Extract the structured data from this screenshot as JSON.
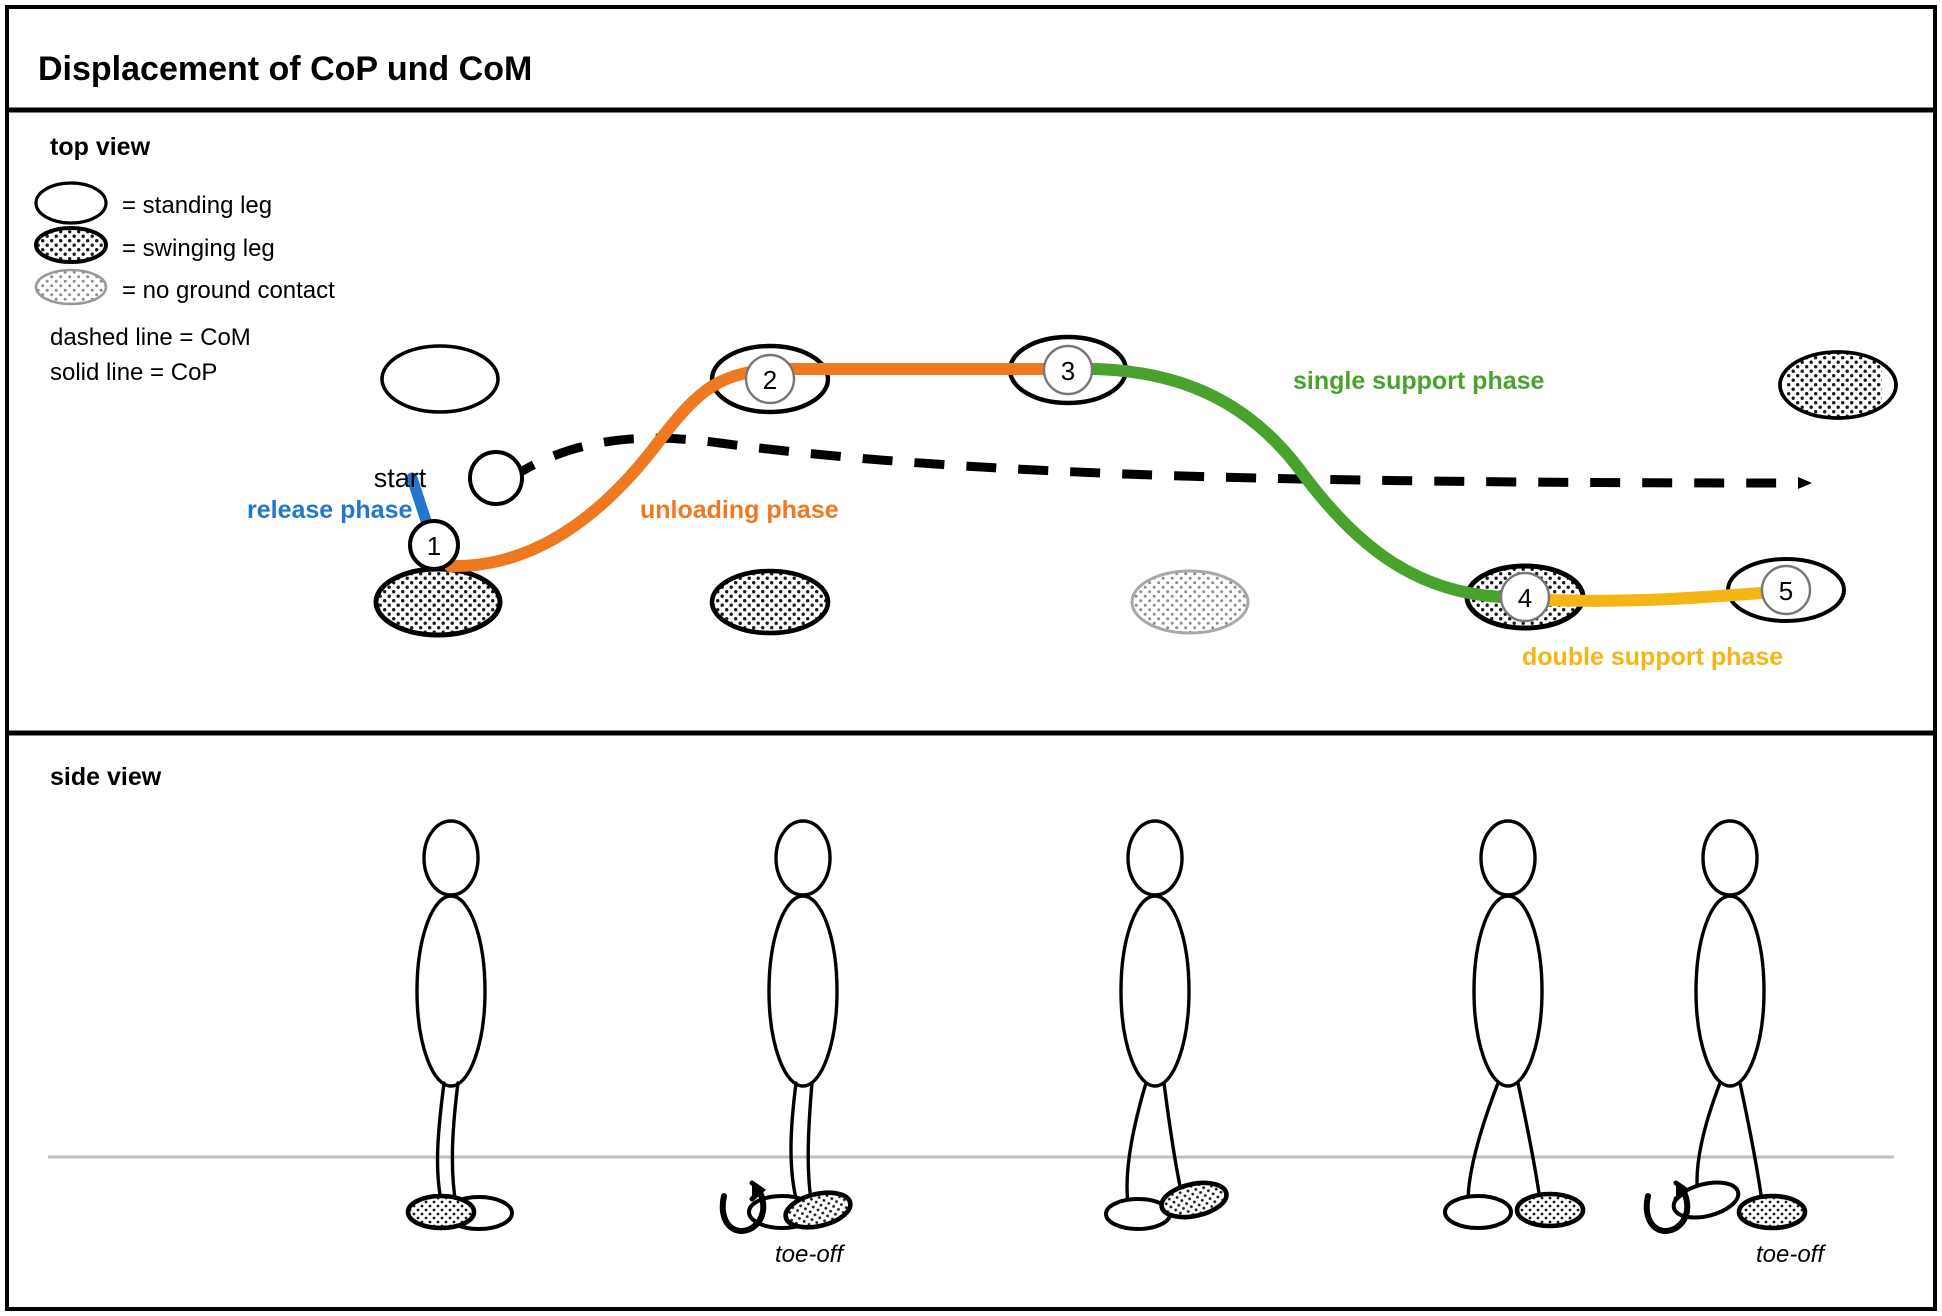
{
  "title": "Displacement of CoP und CoM",
  "panels": {
    "top": {
      "label": "top view",
      "legend": {
        "items": [
          {
            "symbol": "ellipse-outline",
            "text": "= standing leg"
          },
          {
            "symbol": "ellipse-dotted-dark",
            "text": "= swinging leg"
          },
          {
            "symbol": "ellipse-dotted-light",
            "text": "= no ground contact"
          }
        ],
        "lines": [
          "dashed line = CoM",
          "solid line = CoP"
        ]
      },
      "start_label": "start",
      "markers": [
        "1",
        "2",
        "3",
        "4",
        "5"
      ],
      "phases": [
        {
          "name": "release phase",
          "color": "#2277cc"
        },
        {
          "name": "unloading phase",
          "color": "#f07820"
        },
        {
          "name": "single support phase",
          "color": "#4aa22e"
        },
        {
          "name": "double support phase",
          "color": "#f5b615"
        }
      ]
    },
    "side": {
      "label": "side view",
      "annotations": [
        "toe-off",
        "toe-off"
      ],
      "figure_count": 5
    }
  },
  "colors": {
    "release": "#2277cc",
    "unloading": "#f07820",
    "single_support": "#4aa22e",
    "double_support": "#f5b615",
    "com_line": "#000000",
    "ink": "#000000",
    "light_ink": "#9a9a9a",
    "ground": "#bfbfbf",
    "border": "#000000"
  },
  "chart_data": {
    "type": "line",
    "title": "Displacement of CoP und CoM",
    "xlabel": "",
    "ylabel": "",
    "description": "Top view trajectory of centre of pressure (CoP, solid coloured line) and centre of mass (CoM, dashed black line) during gait initiation, with five CoP event markers.",
    "series": [
      {
        "name": "release phase",
        "color": "#2277cc",
        "style": "solid",
        "points": [
          [
            412,
            478
          ],
          [
            434,
            542
          ]
        ]
      },
      {
        "name": "unloading phase",
        "color": "#f07820",
        "style": "solid",
        "points": [
          [
            448,
            565
          ],
          [
            540,
            560
          ],
          [
            660,
            420
          ],
          [
            730,
            376
          ],
          [
            1070,
            370
          ]
        ]
      },
      {
        "name": "single support phase",
        "color": "#4aa22e",
        "style": "solid",
        "points": [
          [
            1090,
            368
          ],
          [
            1240,
            385
          ],
          [
            1380,
            520
          ],
          [
            1490,
            595
          ]
        ]
      },
      {
        "name": "double support phase",
        "color": "#f5b615",
        "style": "solid",
        "points": [
          [
            1530,
            597
          ],
          [
            1780,
            592
          ]
        ]
      },
      {
        "name": "CoM",
        "color": "#000000",
        "style": "dashed",
        "points": [
          [
            510,
            478
          ],
          [
            640,
            440
          ],
          [
            900,
            458
          ],
          [
            1300,
            480
          ],
          [
            1800,
            482
          ]
        ]
      }
    ],
    "markers": [
      {
        "label": "1",
        "x": 434,
        "y": 545
      },
      {
        "label": "2",
        "x": 770,
        "y": 379
      },
      {
        "label": "3",
        "x": 1068,
        "y": 370
      },
      {
        "label": "4",
        "x": 1525,
        "y": 597
      },
      {
        "label": "5",
        "x": 1786,
        "y": 590
      }
    ],
    "footprints_top_row": [
      {
        "x": 440,
        "y": 379,
        "fill": "none"
      },
      {
        "x": 770,
        "y": 379,
        "fill": "none"
      },
      {
        "x": 1068,
        "y": 370,
        "fill": "none"
      },
      {
        "x": 1786,
        "y": 385,
        "fill": "half-dotted"
      }
    ],
    "footprints_bottom_row": [
      {
        "x": 438,
        "y": 602,
        "fill": "dotted-dark"
      },
      {
        "x": 770,
        "y": 602,
        "fill": "dotted-dark"
      },
      {
        "x": 1190,
        "y": 602,
        "fill": "dotted-light"
      },
      {
        "x": 1525,
        "y": 597,
        "fill": "dotted-dark"
      },
      {
        "x": 1786,
        "y": 590,
        "fill": "none"
      }
    ],
    "legend": [
      "standing leg",
      "swinging leg",
      "no ground contact",
      "CoM (dashed)",
      "CoP (solid)"
    ],
    "grid": false
  }
}
